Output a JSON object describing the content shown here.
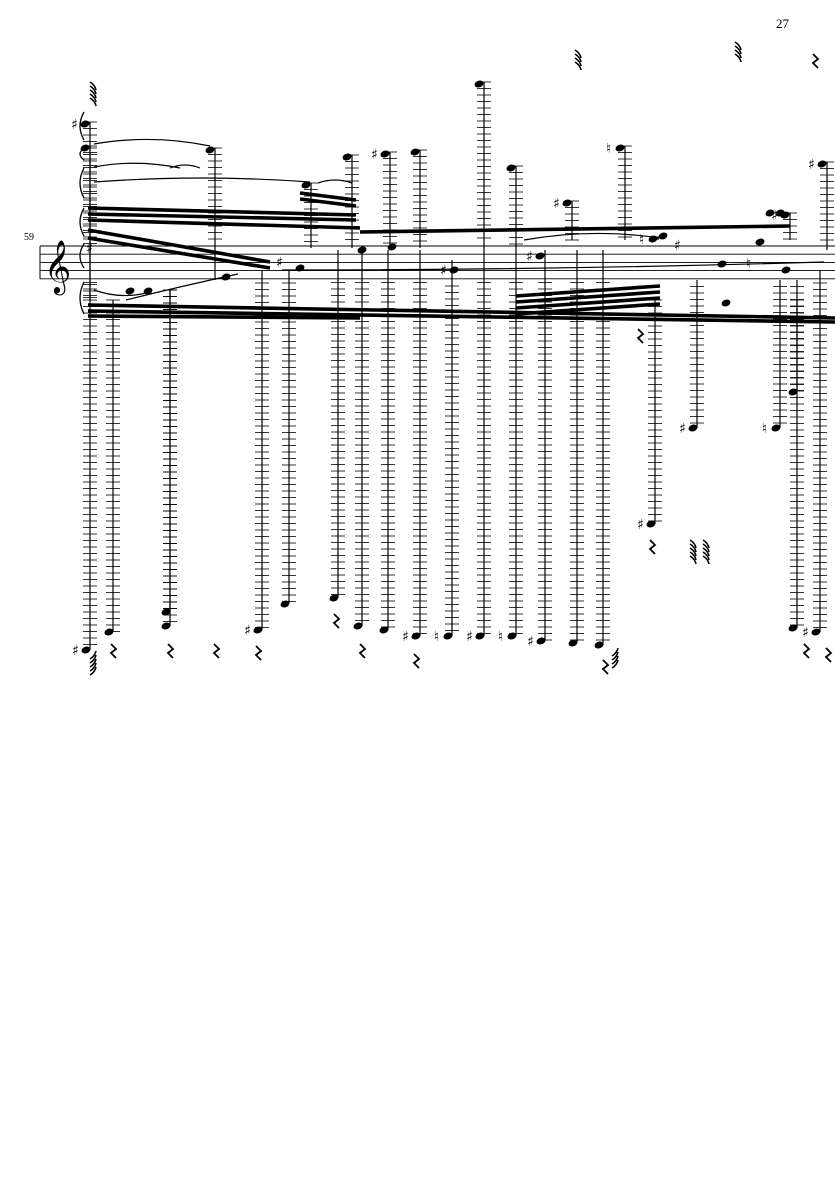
{
  "page": {
    "number": "27"
  },
  "system": {
    "measure_number": "59",
    "clef": "treble"
  },
  "colors": {
    "ink": "#000000",
    "paper": "#ffffff"
  },
  "accidental_glyphs": {
    "sharp": "♯",
    "natural": "♮"
  }
}
